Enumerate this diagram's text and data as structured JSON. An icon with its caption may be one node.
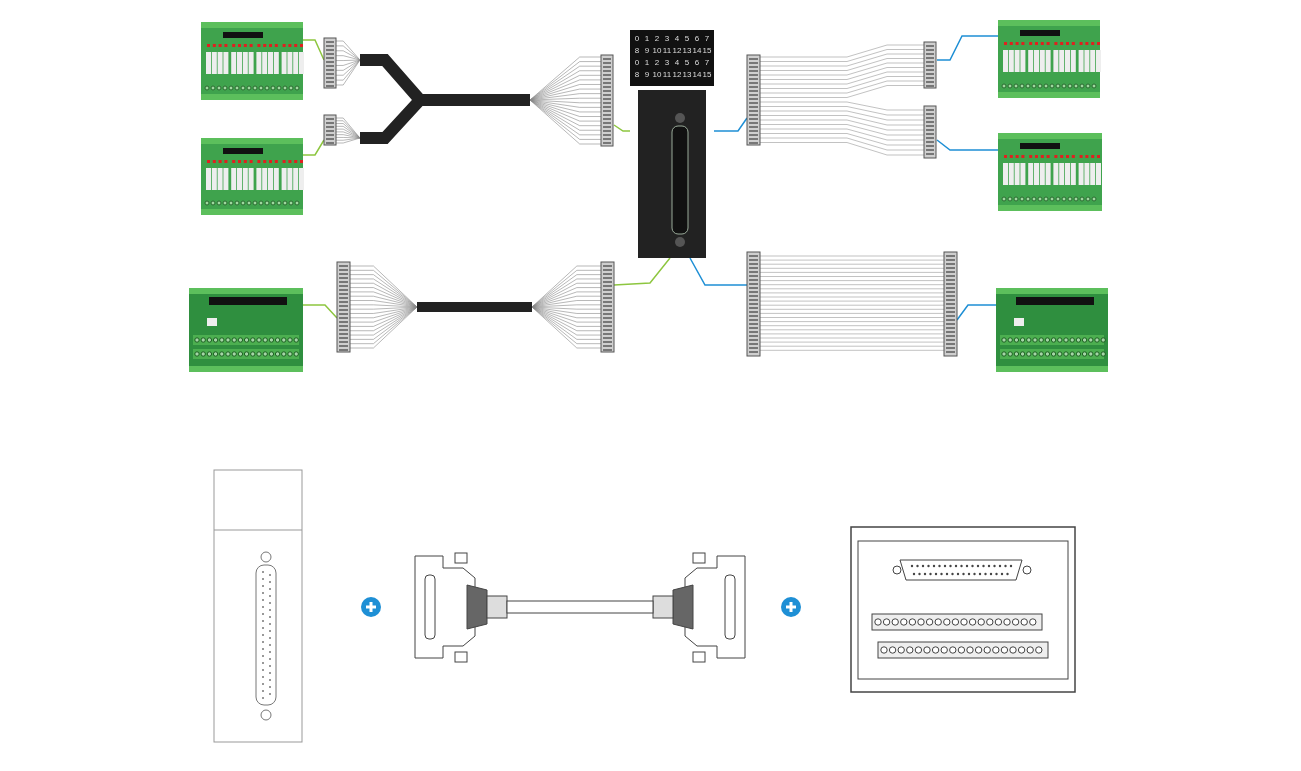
{
  "diagram": {
    "nodes": [
      {
        "text": [],
        "shape": "picture"
      },
      {
        "text": [],
        "shape": "picture"
      },
      {
        "text": [],
        "shape": "picture"
      },
      {
        "text": [],
        "shape": "picture"
      },
      {
        "text": [],
        "shape": "picture"
      },
      {
        "text": [],
        "shape": "picture"
      },
      {
        "text": [],
        "shape": "picture"
      },
      {
        "text": [],
        "shape": "picture"
      },
      {
        "text": [],
        "shape": "picture"
      },
      {
        "text": [],
        "shape": "picture"
      },
      {
        "text": [],
        "shape": "picture"
      }
    ],
    "edges": [
      {
        "from": 0,
        "to": 3,
        "arrow": "none",
        "color": "#8dc63f"
      },
      {
        "from": 1,
        "to": 3,
        "arrow": "none",
        "color": "#8dc63f"
      },
      {
        "from": 3,
        "to": 5,
        "arrow": "none",
        "color": "#8dc63f"
      },
      {
        "from": 2,
        "to": 4,
        "arrow": "none",
        "color": "#8dc63f"
      },
      {
        "from": 4,
        "to": 5,
        "arrow": "none",
        "color": "#8dc63f"
      },
      {
        "from": 5,
        "to": 6,
        "arrow": "none",
        "color": "#1e8fd5"
      },
      {
        "from": 6,
        "to": 8,
        "arrow": "none",
        "color": "#1e8fd5"
      },
      {
        "from": 6,
        "to": 9,
        "arrow": "none",
        "color": "#1e8fd5"
      },
      {
        "from": 5,
        "to": 7,
        "arrow": "none",
        "color": "#1e8fd5"
      },
      {
        "from": 7,
        "to": 10,
        "arrow": "none",
        "color": "#1e8fd5"
      }
    ],
    "labels": [
      "0",
      "1",
      "2",
      "3",
      "4",
      "5",
      "6",
      "7",
      "8",
      "9",
      "10",
      "11",
      "12",
      "13",
      "14",
      "15",
      "0",
      "1",
      "2",
      "3",
      "4",
      "5",
      "6",
      "7",
      "8",
      "9",
      "10",
      "11",
      "12",
      "13",
      "14",
      "15"
    ]
  }
}
